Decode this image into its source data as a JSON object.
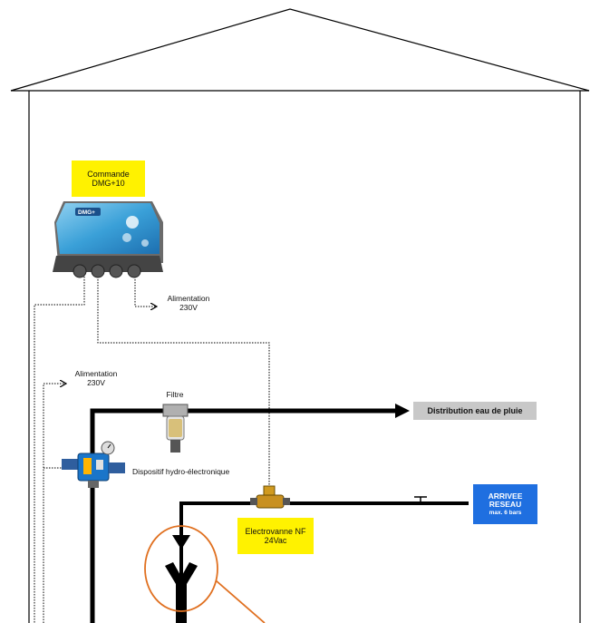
{
  "labels": {
    "commande_line1": "Commande",
    "commande_line2": "DMG+10",
    "alimentation_top_line1": "Alimentation",
    "alimentation_top_line2": "230V",
    "alimentation_left_line1": "Alimentation",
    "alimentation_left_line2": "230V",
    "filtre": "Filtre",
    "distribution": "Distribution eau de pluie",
    "dispositif": "Dispositif hydro-électronique",
    "electrovanne_line1": "Electrovanne NF",
    "electrovanne_line2": "24Vac",
    "arrivee_line1": "ARRIVEE",
    "arrivee_line2": "RESEAU",
    "arrivee_line3": "max. 6 bars",
    "device_brand": "DMG+"
  },
  "colors": {
    "label_yellow": "#fff200",
    "distribution_grey": "#c8c8c8",
    "arrivee_blue": "#1f6fe0",
    "highlight_orange": "#e07020",
    "pipe_black": "#000000"
  },
  "icons": {
    "controller": "dmg-controller-icon",
    "filter": "water-filter-icon",
    "pump": "pump-controller-icon",
    "valve": "solenoid-valve-icon",
    "junction": "y-junction-icon"
  }
}
